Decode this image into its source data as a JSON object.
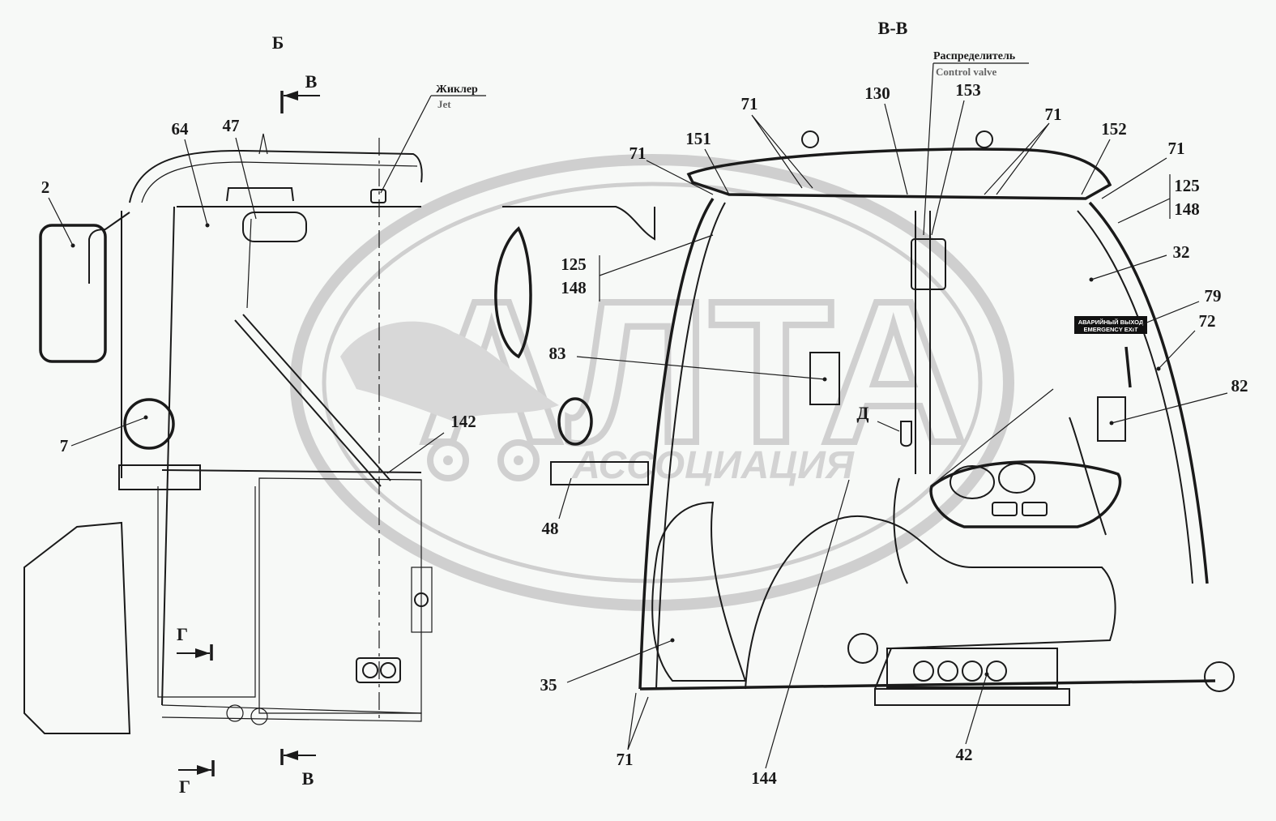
{
  "views": {
    "left_title": "Б",
    "right_title": "В-В"
  },
  "watermark": {
    "main_text": "АЛТА",
    "sub_text": "АССОЦИАЦИЯ",
    "color": "#cfcfcf"
  },
  "notes": {
    "jet": {
      "ru": "Жиклер",
      "en": "Jet"
    },
    "control_valve": {
      "ru": "Распределитель",
      "en": "Control valve"
    },
    "emergency_exit": {
      "ru": "АВАРИЙНЫЙ ВЫХОД",
      "en": "EMERGENCY EXIT"
    }
  },
  "section_markers": {
    "v_top": "В",
    "v_bottom": "В",
    "g_upper": "Г",
    "g_lower": "Г",
    "detail_d": "Д"
  },
  "callouts_left": [
    {
      "id": "2",
      "text": "2"
    },
    {
      "id": "64",
      "text": "64"
    },
    {
      "id": "47",
      "text": "47"
    },
    {
      "id": "7",
      "text": "7"
    },
    {
      "id": "142",
      "text": "142"
    }
  ],
  "callouts_right": [
    {
      "id": "71a",
      "text": "71"
    },
    {
      "id": "151",
      "text": "151"
    },
    {
      "id": "71b",
      "text": "71"
    },
    {
      "id": "130",
      "text": "130"
    },
    {
      "id": "153",
      "text": "153"
    },
    {
      "id": "71c",
      "text": "71"
    },
    {
      "id": "152",
      "text": "152"
    },
    {
      "id": "71d",
      "text": "71"
    },
    {
      "id": "125r",
      "text": "125"
    },
    {
      "id": "148r",
      "text": "148"
    },
    {
      "id": "125l",
      "text": "125"
    },
    {
      "id": "148l",
      "text": "148"
    },
    {
      "id": "32",
      "text": "32"
    },
    {
      "id": "79",
      "text": "79"
    },
    {
      "id": "72",
      "text": "72"
    },
    {
      "id": "83",
      "text": "83"
    },
    {
      "id": "82",
      "text": "82"
    },
    {
      "id": "48",
      "text": "48"
    },
    {
      "id": "35",
      "text": "35"
    },
    {
      "id": "71e",
      "text": "71"
    },
    {
      "id": "144",
      "text": "144"
    },
    {
      "id": "42",
      "text": "42"
    }
  ]
}
